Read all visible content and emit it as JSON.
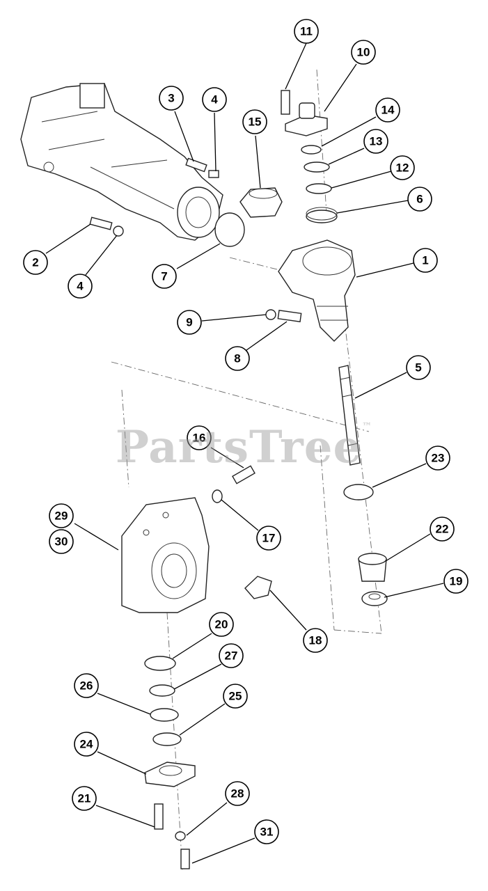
{
  "watermark": {
    "text": "PartsTree",
    "mark": "™"
  },
  "callouts": [
    "1",
    "2",
    "3",
    "4",
    "4",
    "5",
    "6",
    "7",
    "8",
    "9",
    "10",
    "11",
    "12",
    "13",
    "14",
    "15",
    "16",
    "17",
    "18",
    "19",
    "20",
    "21",
    "22",
    "23",
    "24",
    "25",
    "26",
    "27",
    "28",
    "29",
    "30",
    "31"
  ],
  "colors": {
    "line": "#000000",
    "background": "#ffffff",
    "watermark": "#969696"
  }
}
